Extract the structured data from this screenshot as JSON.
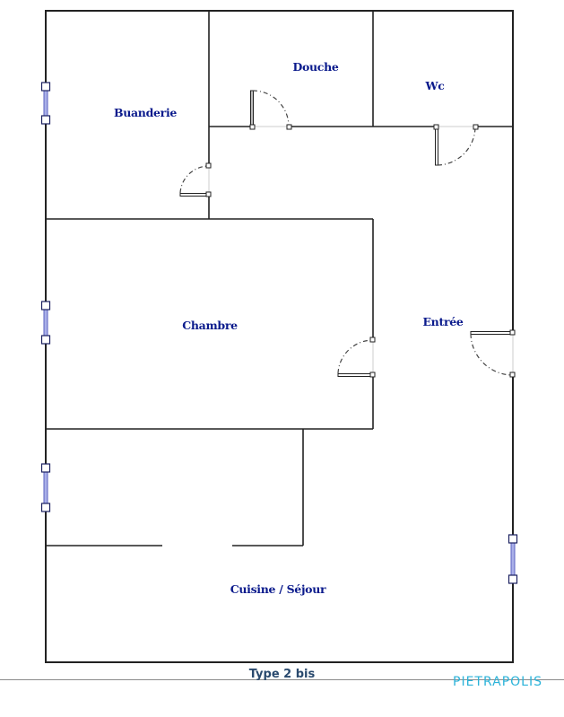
{
  "plan": {
    "title": "Type 2 bis",
    "brand": "PIETRAPOLIS",
    "colors": {
      "wall": "#222222",
      "label": "#0a1a8c",
      "window": "#7a7fcf",
      "title": "#2a4a6e",
      "brand": "#2bb3d9"
    },
    "rooms": [
      {
        "id": "buanderie",
        "label": "Buanderie"
      },
      {
        "id": "douche",
        "label": "Douche"
      },
      {
        "id": "wc",
        "label": "Wc"
      },
      {
        "id": "chambre",
        "label": "Chambre"
      },
      {
        "id": "entree",
        "label": "Entrée"
      },
      {
        "id": "cuisine-sejour",
        "label": "Cuisine / Séjour"
      }
    ]
  }
}
